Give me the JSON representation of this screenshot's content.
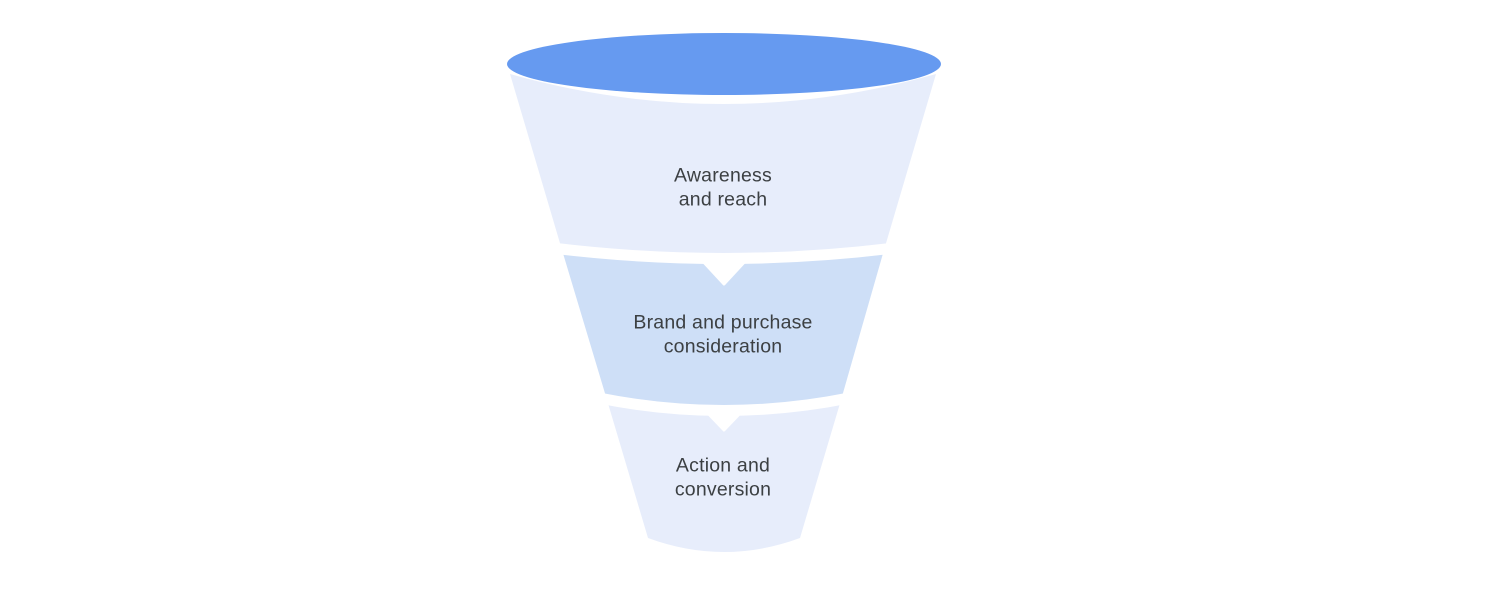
{
  "diagram": {
    "type": "marketing-funnel",
    "background_color": "#ffffff",
    "text_color": "#3c4043",
    "separator_color": "#ffffff",
    "top_opening": {
      "name": "funnel-top-opening",
      "color": "#669af0"
    },
    "stages": [
      {
        "id": "awareness",
        "label": "Awareness\nand reach",
        "color": "#e7edfb"
      },
      {
        "id": "consideration",
        "label": "Brand and purchase\nconsideration",
        "color": "#cedff7"
      },
      {
        "id": "action",
        "label": "Action and\nconversion",
        "color": "#e7edfb"
      }
    ]
  }
}
